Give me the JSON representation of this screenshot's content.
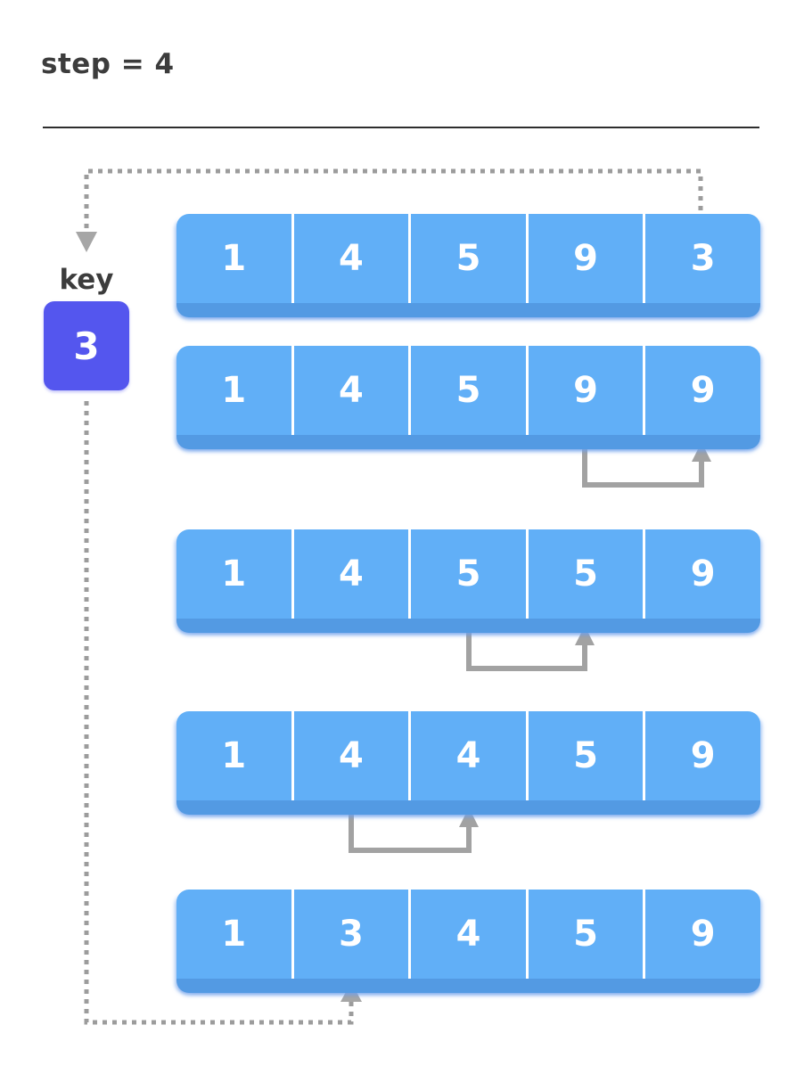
{
  "title": "step = 4",
  "key": {
    "label": "key",
    "value": "3"
  },
  "array_rows": [
    {
      "values": [
        "1",
        "4",
        "5",
        "9",
        "3"
      ],
      "shift": null
    },
    {
      "values": [
        "1",
        "4",
        "5",
        "9",
        "9"
      ],
      "shift": {
        "from_index": 3,
        "to_index": 4
      }
    },
    {
      "values": [
        "1",
        "4",
        "5",
        "5",
        "9"
      ],
      "shift": {
        "from_index": 2,
        "to_index": 3
      }
    },
    {
      "values": [
        "1",
        "4",
        "4",
        "5",
        "9"
      ],
      "shift": {
        "from_index": 1,
        "to_index": 2
      }
    },
    {
      "values": [
        "1",
        "3",
        "4",
        "5",
        "9"
      ],
      "key_inserted_at_index": 1
    }
  ],
  "colors": {
    "array_blue": "#61aff7",
    "key_purple": "#5456ee",
    "dotted_gray": "#9c9c9c",
    "arrow_gray": "#a6a6a6",
    "bracket_gray": "#a2a2a2",
    "text_dark": "#3c3c3c",
    "number_white": "#ffffff"
  }
}
